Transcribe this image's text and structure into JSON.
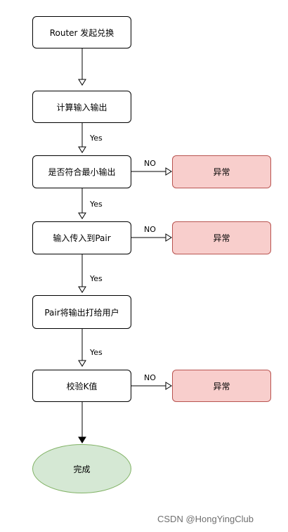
{
  "nodes": {
    "start": "Router 发起兑换",
    "compute": "计算输入输出",
    "check_min": "是否符合最小输出",
    "transfer": "输入传入到Pair",
    "pair_out": "Pair将输出打给用户",
    "verify_k": "校验K值",
    "done": "完成"
  },
  "errors": {
    "err1": "异常",
    "err2": "异常",
    "err3": "异常"
  },
  "edge_labels": {
    "yes1": "Yes",
    "yes2": "Yes",
    "yes3": "Yes",
    "yes4": "Yes",
    "no1": "NO",
    "no2": "NO",
    "no3": "NO"
  },
  "watermark": "CSDN @HongYingClub",
  "colors": {
    "error_fill": "#f8cecc",
    "error_stroke": "#b85450",
    "done_fill": "#d5e8d4",
    "done_stroke": "#82b366"
  }
}
